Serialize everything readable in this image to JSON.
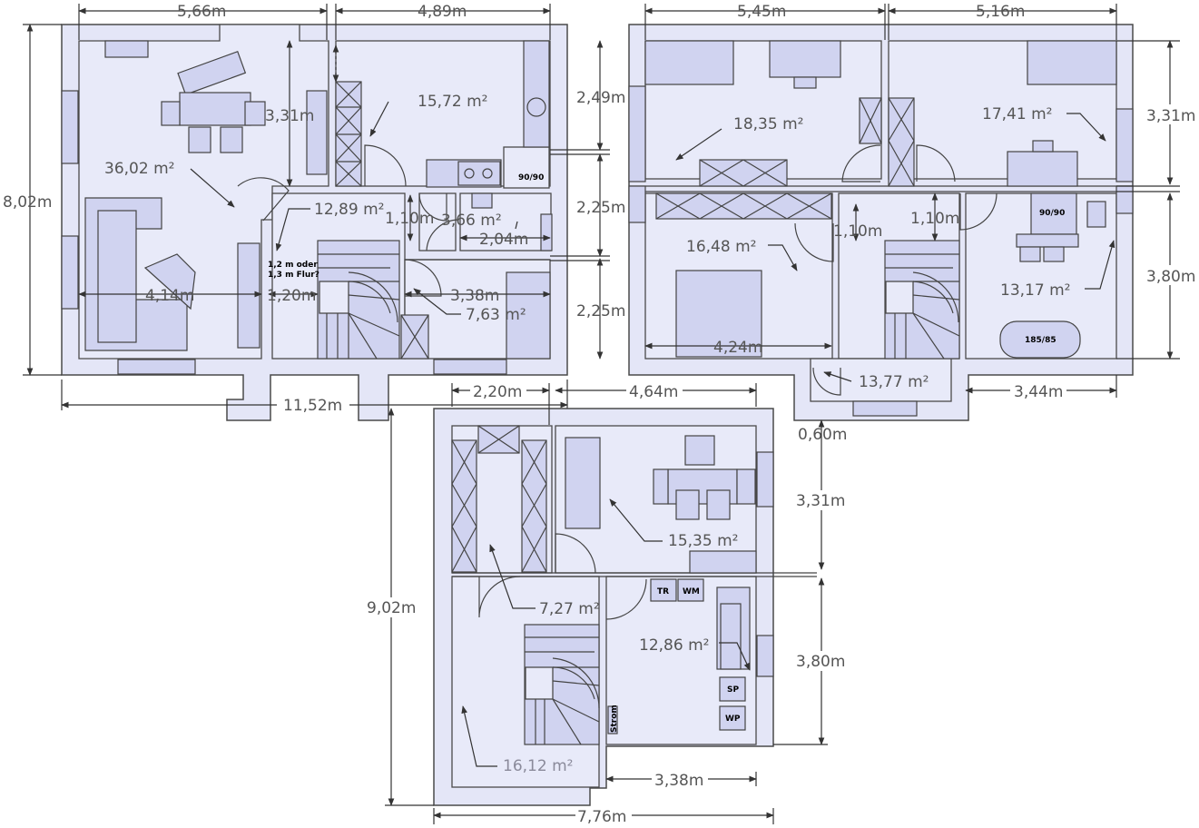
{
  "ground_floor": {
    "dims": {
      "top_left": "5,66m",
      "top_right": "4,89m",
      "left": "8,02m",
      "bottom": "11,52m",
      "kitchen_h": "3,31m",
      "right_1": "2,49m",
      "right_2": "2,25m",
      "right_3": "2,25m",
      "living_w": "4,14m",
      "hall_w": "1,20m",
      "wc_w": "1,10m",
      "storage_w": "2,04m",
      "room_w": "3,38m"
    },
    "areas": {
      "living": "36,02 m²",
      "kitchen": "15,72 m²",
      "hall": "12,89 m²",
      "wc": "3,66 m²",
      "room": "7,63 m²"
    },
    "labels": {
      "shower": "90/90",
      "note_line1": "1,2 m oder",
      "note_line2": "1,3 m Flur?"
    }
  },
  "upper_floor": {
    "dims": {
      "top_left": "5,45m",
      "top_right": "5,16m",
      "right_1": "3,31m",
      "right_2": "3,80m",
      "bed_w": "4,24m",
      "hall_w1": "1,10m",
      "hall_w2": "1,10m",
      "bath_w": "3,44m",
      "step": "0,60m"
    },
    "areas": {
      "room_a": "18,35 m²",
      "room_b": "17,41 m²",
      "bedroom": "16,48 m²",
      "bath": "13,17 m²",
      "hall": "13,77 m²"
    },
    "labels": {
      "shower": "90/90",
      "tub": "185/85"
    }
  },
  "basement": {
    "dims": {
      "top_left": "2,20m",
      "top_right": "4,64m",
      "left": "9,02m",
      "right_1": "3,31m",
      "right_2": "3,80m",
      "bottom_inner": "3,38m",
      "bottom": "7,76m"
    },
    "areas": {
      "room_a": "15,35 m²",
      "storage": "7,27 m²",
      "utility": "12,86 m²",
      "stair_room": "16,12 m²"
    },
    "labels": {
      "tr": "TR",
      "wm": "WM",
      "sp": "SP",
      "wp": "WP",
      "strom": "Strom"
    }
  }
}
